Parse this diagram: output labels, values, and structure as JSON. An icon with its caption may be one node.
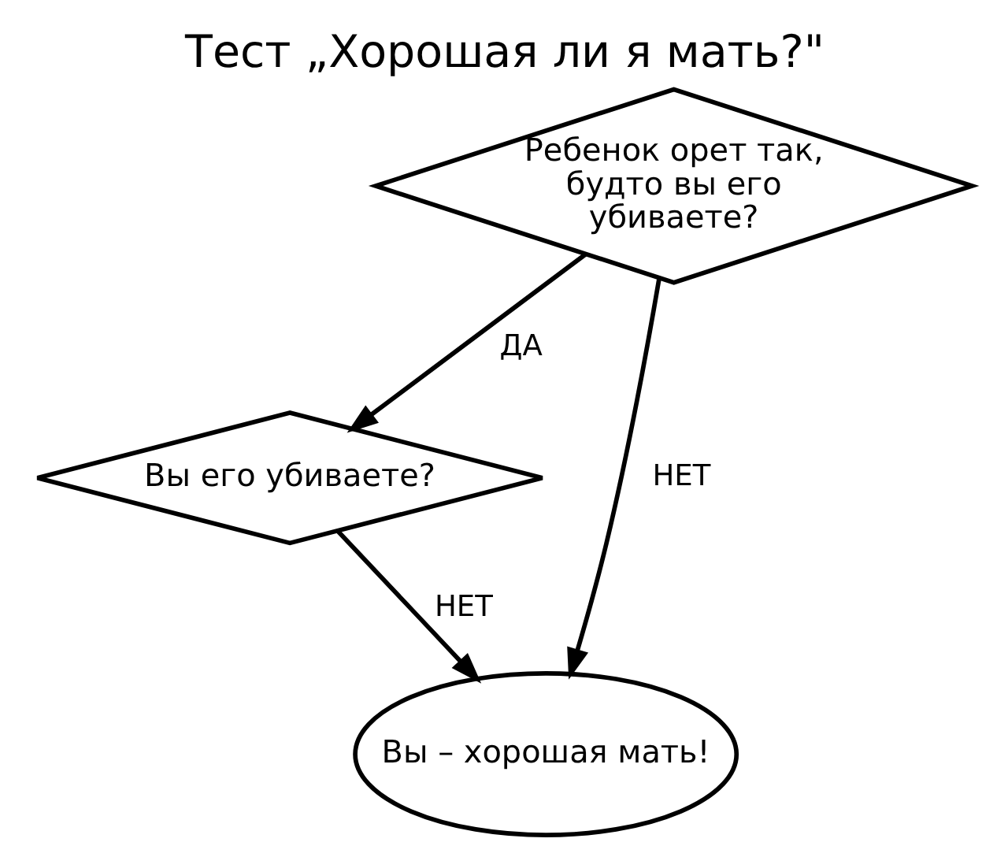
{
  "diagram": {
    "title": "Тест „Хорошая ли я мать?\"",
    "nodes": [
      {
        "text": [
          "Ребенок орет так, будто вы его убиваете?"
        ]
      },
      {
        "text": [
          "Вы его убиваете?"
        ]
      },
      {
        "text": [
          "Вы – хорошая мать!"
        ]
      }
    ],
    "edges": [
      {
        "from": 0,
        "to": 2,
        "arrow": "to",
        "label": "НЕТ"
      },
      {
        "from": 0,
        "to": 1,
        "arrow": "to",
        "label": "ДА"
      },
      {
        "from": 1,
        "to": 2,
        "arrow": "to",
        "label": "НЕТ"
      }
    ]
  }
}
